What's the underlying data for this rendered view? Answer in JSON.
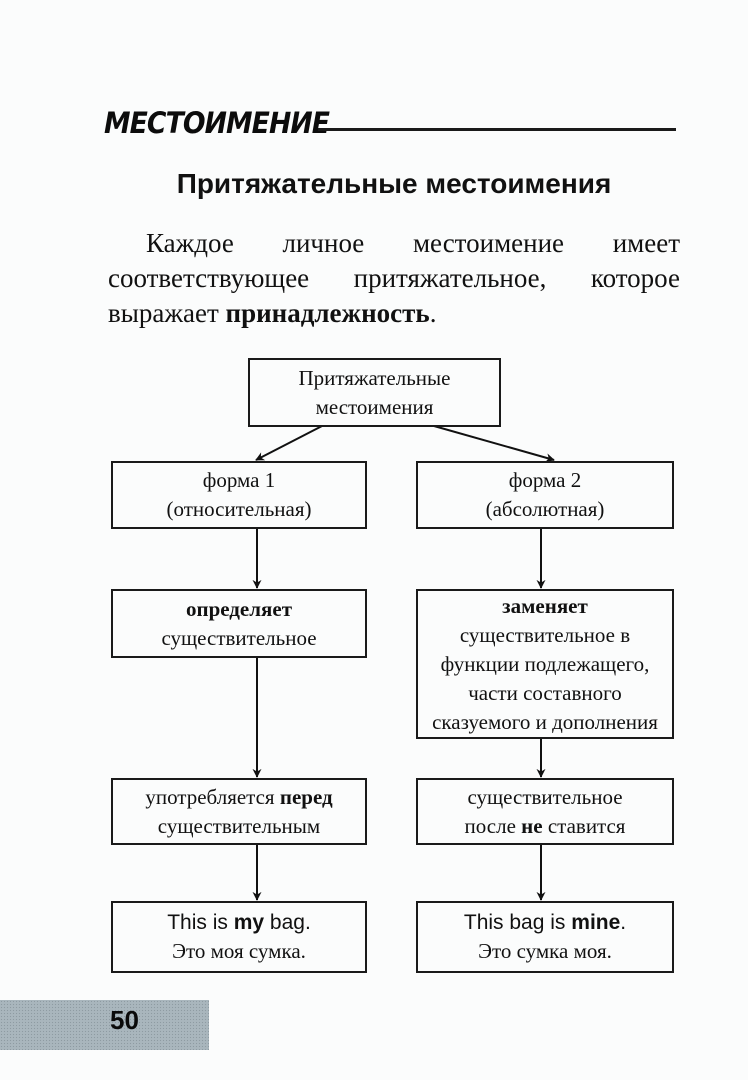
{
  "section": {
    "title": "МЕСТОИМЕНИЕ"
  },
  "heading": "Притяжательные местоимения",
  "intro": {
    "text_before_bold": "Каждое личное местоимение имеет соответствующее притяжательное, которое выражает ",
    "bold": "принадлежность",
    "text_after_bold": "."
  },
  "diagram": {
    "root": {
      "line1": "Притяжательные",
      "line2": "местоимения"
    },
    "form1": {
      "line1": "форма 1",
      "line2": "(относительная)"
    },
    "form2": {
      "line1": "форма 2",
      "line2": "(абсолютная)"
    },
    "left_rule1": {
      "bold": "определяет",
      "rest": "существительное"
    },
    "right_rule1": {
      "bold": "заменяет",
      "rest": " существительное в функции подлежащего, части составного сказуемого и дополнения"
    },
    "left_rule2": {
      "before": "употребляется ",
      "bold": "перед",
      "after": "существительным"
    },
    "right_rule2": {
      "line1": "существительное",
      "before": "после ",
      "bold": "не",
      "after": " ставится"
    },
    "left_example": {
      "en_before": "This is ",
      "en_bold": "my",
      "en_after": " bag.",
      "ru": "Это моя сумка."
    },
    "right_example": {
      "en_before": "This bag is ",
      "en_bold": "mine",
      "en_after": ".",
      "ru": "Это сумка моя."
    }
  },
  "page_number": "50"
}
